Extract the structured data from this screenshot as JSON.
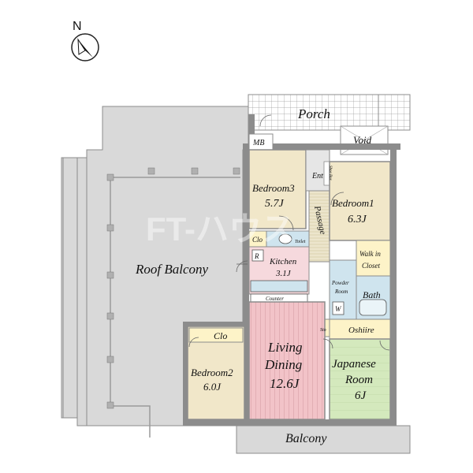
{
  "compass": {
    "label": "N"
  },
  "watermark": "FT-ハウス",
  "rooms": {
    "porch": "Porch",
    "void": "Void",
    "mb": "MB",
    "ent": "Ent",
    "shoe_box": "Shoe Box",
    "bedroom3": {
      "name": "Bedroom3",
      "size": "5.7J"
    },
    "bedroom1": {
      "name": "Bedroom1",
      "size": "6.3J"
    },
    "passage": "Passage",
    "clo_small": "Clo",
    "toilet": "Toilet",
    "kitchen": {
      "name": "Kitchen",
      "size": "3.1J"
    },
    "r": "R",
    "counter": "Counter",
    "walk_in": {
      "line1": "Walk in",
      "line2": "Closet"
    },
    "powder": {
      "line1": "Powder",
      "line2": "Room"
    },
    "w": "W",
    "bath": "Bath",
    "sto": "Sto",
    "oshiire": "Oshiire",
    "roof_balcony": "Roof Balcony",
    "clo_bed2": "Clo",
    "bedroom2": {
      "name": "Bedroom2",
      "size": "6.0J"
    },
    "living": {
      "line1": "Living",
      "line2": "Dining",
      "size": "12.6J"
    },
    "japanese": {
      "line1": "Japanese",
      "line2": "Room",
      "size": "6J"
    },
    "balcony": "Balcony"
  },
  "colors": {
    "bedroom_fill": "#f1e7c9",
    "living_fill": "#f2c3c8",
    "kitchen_fill": "#f6d9dd",
    "tatami_fill": "#d4e9bd",
    "bath_fill": "#cfe4ee",
    "floor_gray": "#d9d9d9",
    "passage_fill": "#ece5cc",
    "wall": "#8c8c8c"
  }
}
